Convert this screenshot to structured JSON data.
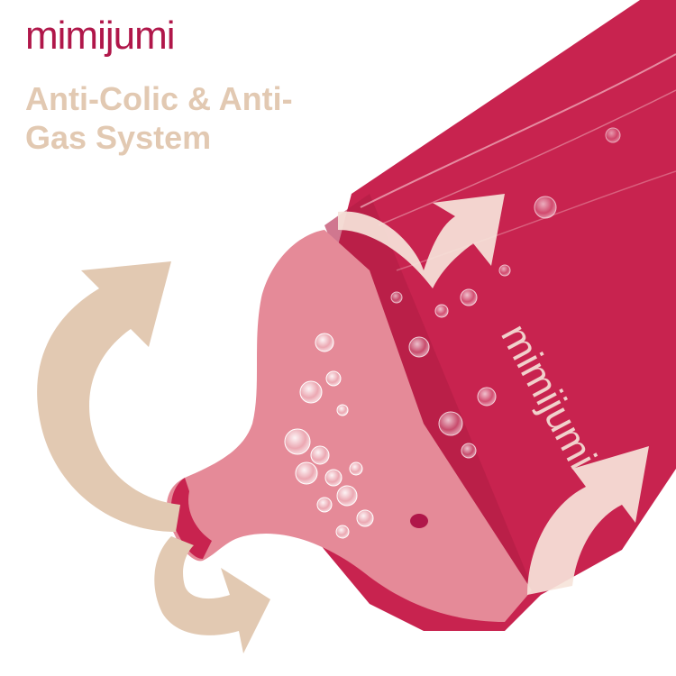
{
  "brand": {
    "logo_text": "mimijumi",
    "bottle_print": "mimijumi"
  },
  "headline": "Anti-Colic & Anti-Gas System",
  "colors": {
    "brand_red": "#b0174a",
    "bottle_red": "#c8234f",
    "bottle_dark": "#a81b43",
    "nipple_pink": "#e58a98",
    "arrow_beige": "#e2c9b2",
    "arrow_light": "#f6e4da"
  }
}
